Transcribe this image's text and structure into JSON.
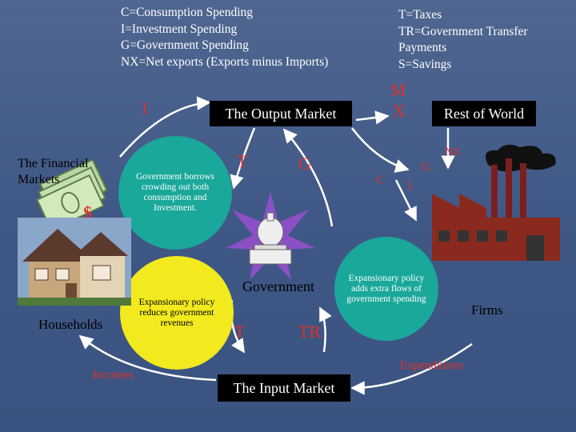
{
  "legend_left": [
    "C=Consumption Spending",
    "I=Investment Spending",
    "G=Government Spending",
    "NX=Net exports (Exports minus Imports)"
  ],
  "legend_right": [
    "T=Taxes",
    "TR=Government Transfer",
    "Payments",
    "S=Savings"
  ],
  "nodes": {
    "output_market": "The Output Market",
    "input_market": "The Input Market",
    "rest_of_world": "Rest of World",
    "financial_markets": "The Financial Markets",
    "households": "Households",
    "firms": "Firms",
    "government": "Government"
  },
  "flows": {
    "I": "I",
    "S": "$",
    "M": "M",
    "X": "X",
    "NX": "NX",
    "T_top": "T",
    "G_top": "G",
    "C": "C",
    "G_right": "G",
    "I_right": "I",
    "T_bottom": "T",
    "TR": "TR",
    "incomes": "Incomes",
    "expenditures": "Expenditures"
  },
  "notes": {
    "crowding": "Government borrows crowding out both consumption and Investment.",
    "reduces": "Expansionary policy reduces government revenues",
    "extra_flows": "Expansionary policy adds extra flows of government spending"
  },
  "colors": {
    "background": "#4a6291",
    "green_circle": "#1aa89a",
    "yellow_circle": "#f2ea1e",
    "accent_red": "#e0302a",
    "label_box": "#000000"
  }
}
